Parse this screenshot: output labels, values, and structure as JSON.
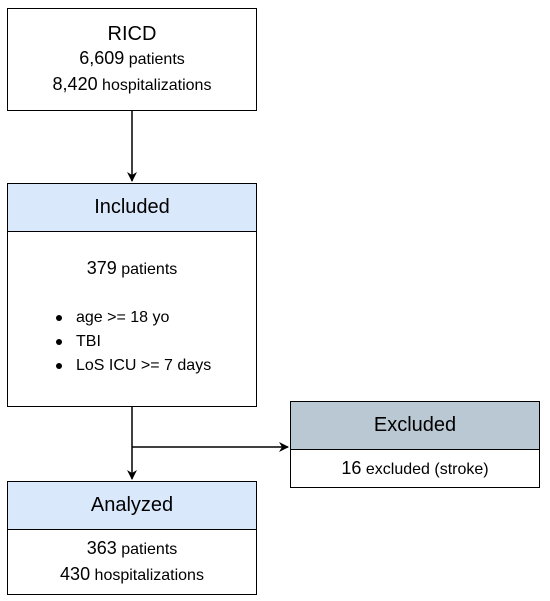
{
  "colors": {
    "included_header": "#dae8fc",
    "excluded_header": "#bac8d3",
    "analyzed_header": "#dae8fc",
    "stroke": "#000000"
  },
  "source": {
    "title": "RICD",
    "patients_num": "6,609",
    "patients_unit": "patients",
    "hosp_num": "8,420",
    "hosp_unit": "hospitalizations"
  },
  "included": {
    "header": "Included",
    "patients_num": "379",
    "patients_unit": "patients",
    "criteria": [
      "age >= 18 yo",
      "TBI",
      "LoS ICU >= 7 days"
    ]
  },
  "excluded": {
    "header": "Excluded",
    "count_num": "16",
    "count_text": "excluded (stroke)"
  },
  "analyzed": {
    "header": "Analyzed",
    "patients_num": "363",
    "patients_unit": "patients",
    "hosp_num": "430",
    "hosp_unit": "hospitalizations"
  }
}
